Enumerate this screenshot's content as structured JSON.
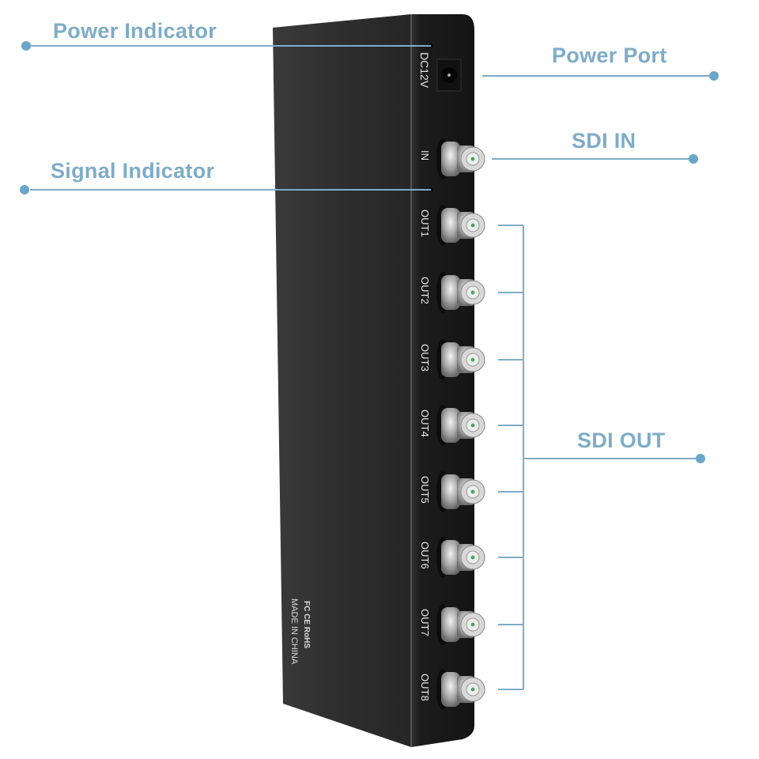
{
  "callouts": {
    "power_indicator": "Power Indicator",
    "signal_indicator": "Signal Indicator",
    "power_port": "Power Port",
    "sdi_in": "SDI IN",
    "sdi_out": "SDI OUT"
  },
  "device": {
    "power_label": "DC12V",
    "input_label": "IN",
    "outputs": [
      "OUT1",
      "OUT2",
      "OUT3",
      "OUT4",
      "OUT5",
      "OUT6",
      "OUT7",
      "OUT8"
    ],
    "cert_marks": "FC CE RoHS",
    "made_in": "MADE IN CHINA"
  },
  "colors": {
    "callout": "#7eacc7",
    "body": "#2e2e2e",
    "side": "#1a1a1a"
  }
}
